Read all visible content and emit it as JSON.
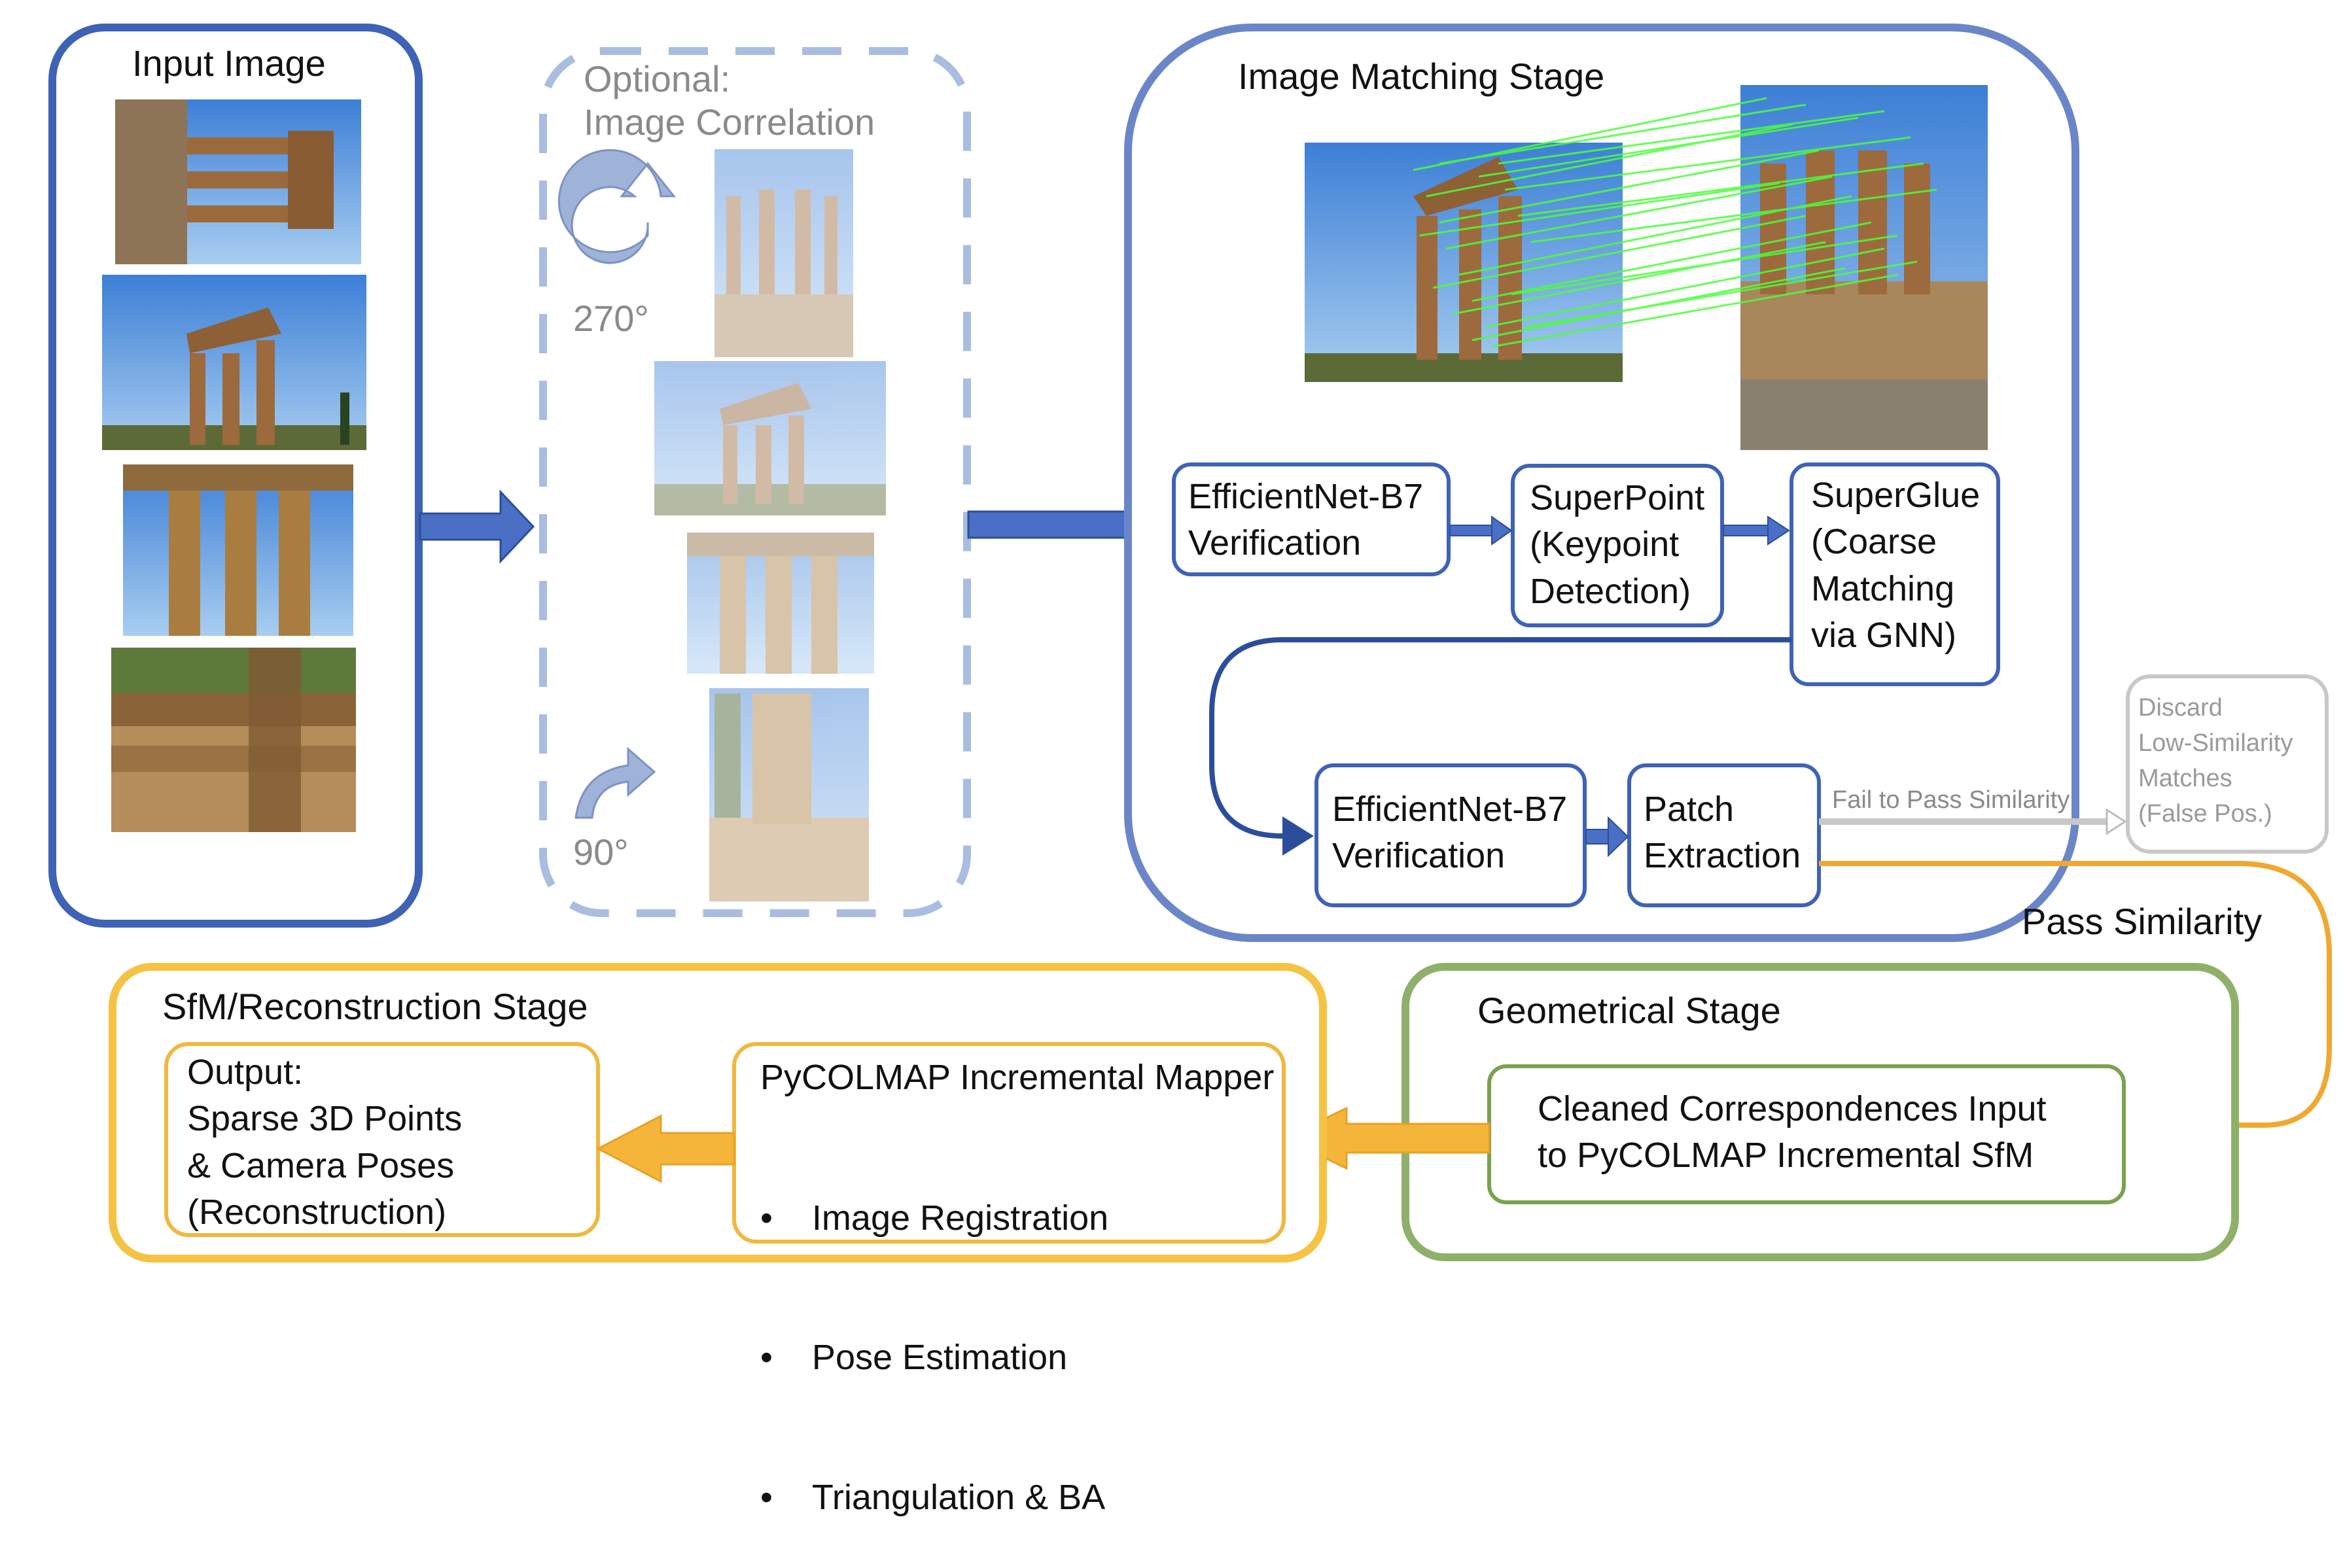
{
  "input_stage": {
    "title": "Input Image"
  },
  "correlation_stage": {
    "title_line1": "Optional:",
    "title_line2": "Image Correlation",
    "rot270_label": "270°",
    "rot90_label": "90°"
  },
  "matching_stage": {
    "title": "Image Matching Stage",
    "effnet_top": "EfficientNet-B7\nVerification",
    "superpoint": "SuperPoint\n(Keypoint\nDetection)",
    "superglue": "SuperGlue\n(Coarse\nMatching\nvia GNN)",
    "effnet_bottom": "EfficientNet-B7\nVerification",
    "patch": "Patch\nExtraction"
  },
  "discard": {
    "text": "Discard\nLow-Similarity\nMatches\n(False Pos.)",
    "fail_label": "Fail to Pass Similarity"
  },
  "pass_label": "Pass Similarity",
  "geometrical_stage": {
    "title": "Geometrical Stage",
    "cleaned": "Cleaned Correspondences Input\nto PyCOLMAP Incremental SfM"
  },
  "sfm_stage": {
    "title": "SfM/Reconstruction Stage",
    "mapper_title": "PyCOLMAP Incremental Mapper",
    "mapper_items": [
      "Image Registration",
      "Pose Estimation",
      "Triangulation & BA"
    ],
    "output": "Output:\nSparse 3D Points\n& Camera Poses\n(Reconstruction)"
  },
  "colors": {
    "blue_border": "#4a6fbf",
    "light_blue": "#a9bde0",
    "yellow": "#f5c344",
    "orange": "#f0a830",
    "green": "#8fb06a",
    "match_green": "#4cff3a",
    "gray": "#c8c8c8"
  },
  "icons": [
    "rotate-270-icon",
    "rotate-90-icon"
  ]
}
